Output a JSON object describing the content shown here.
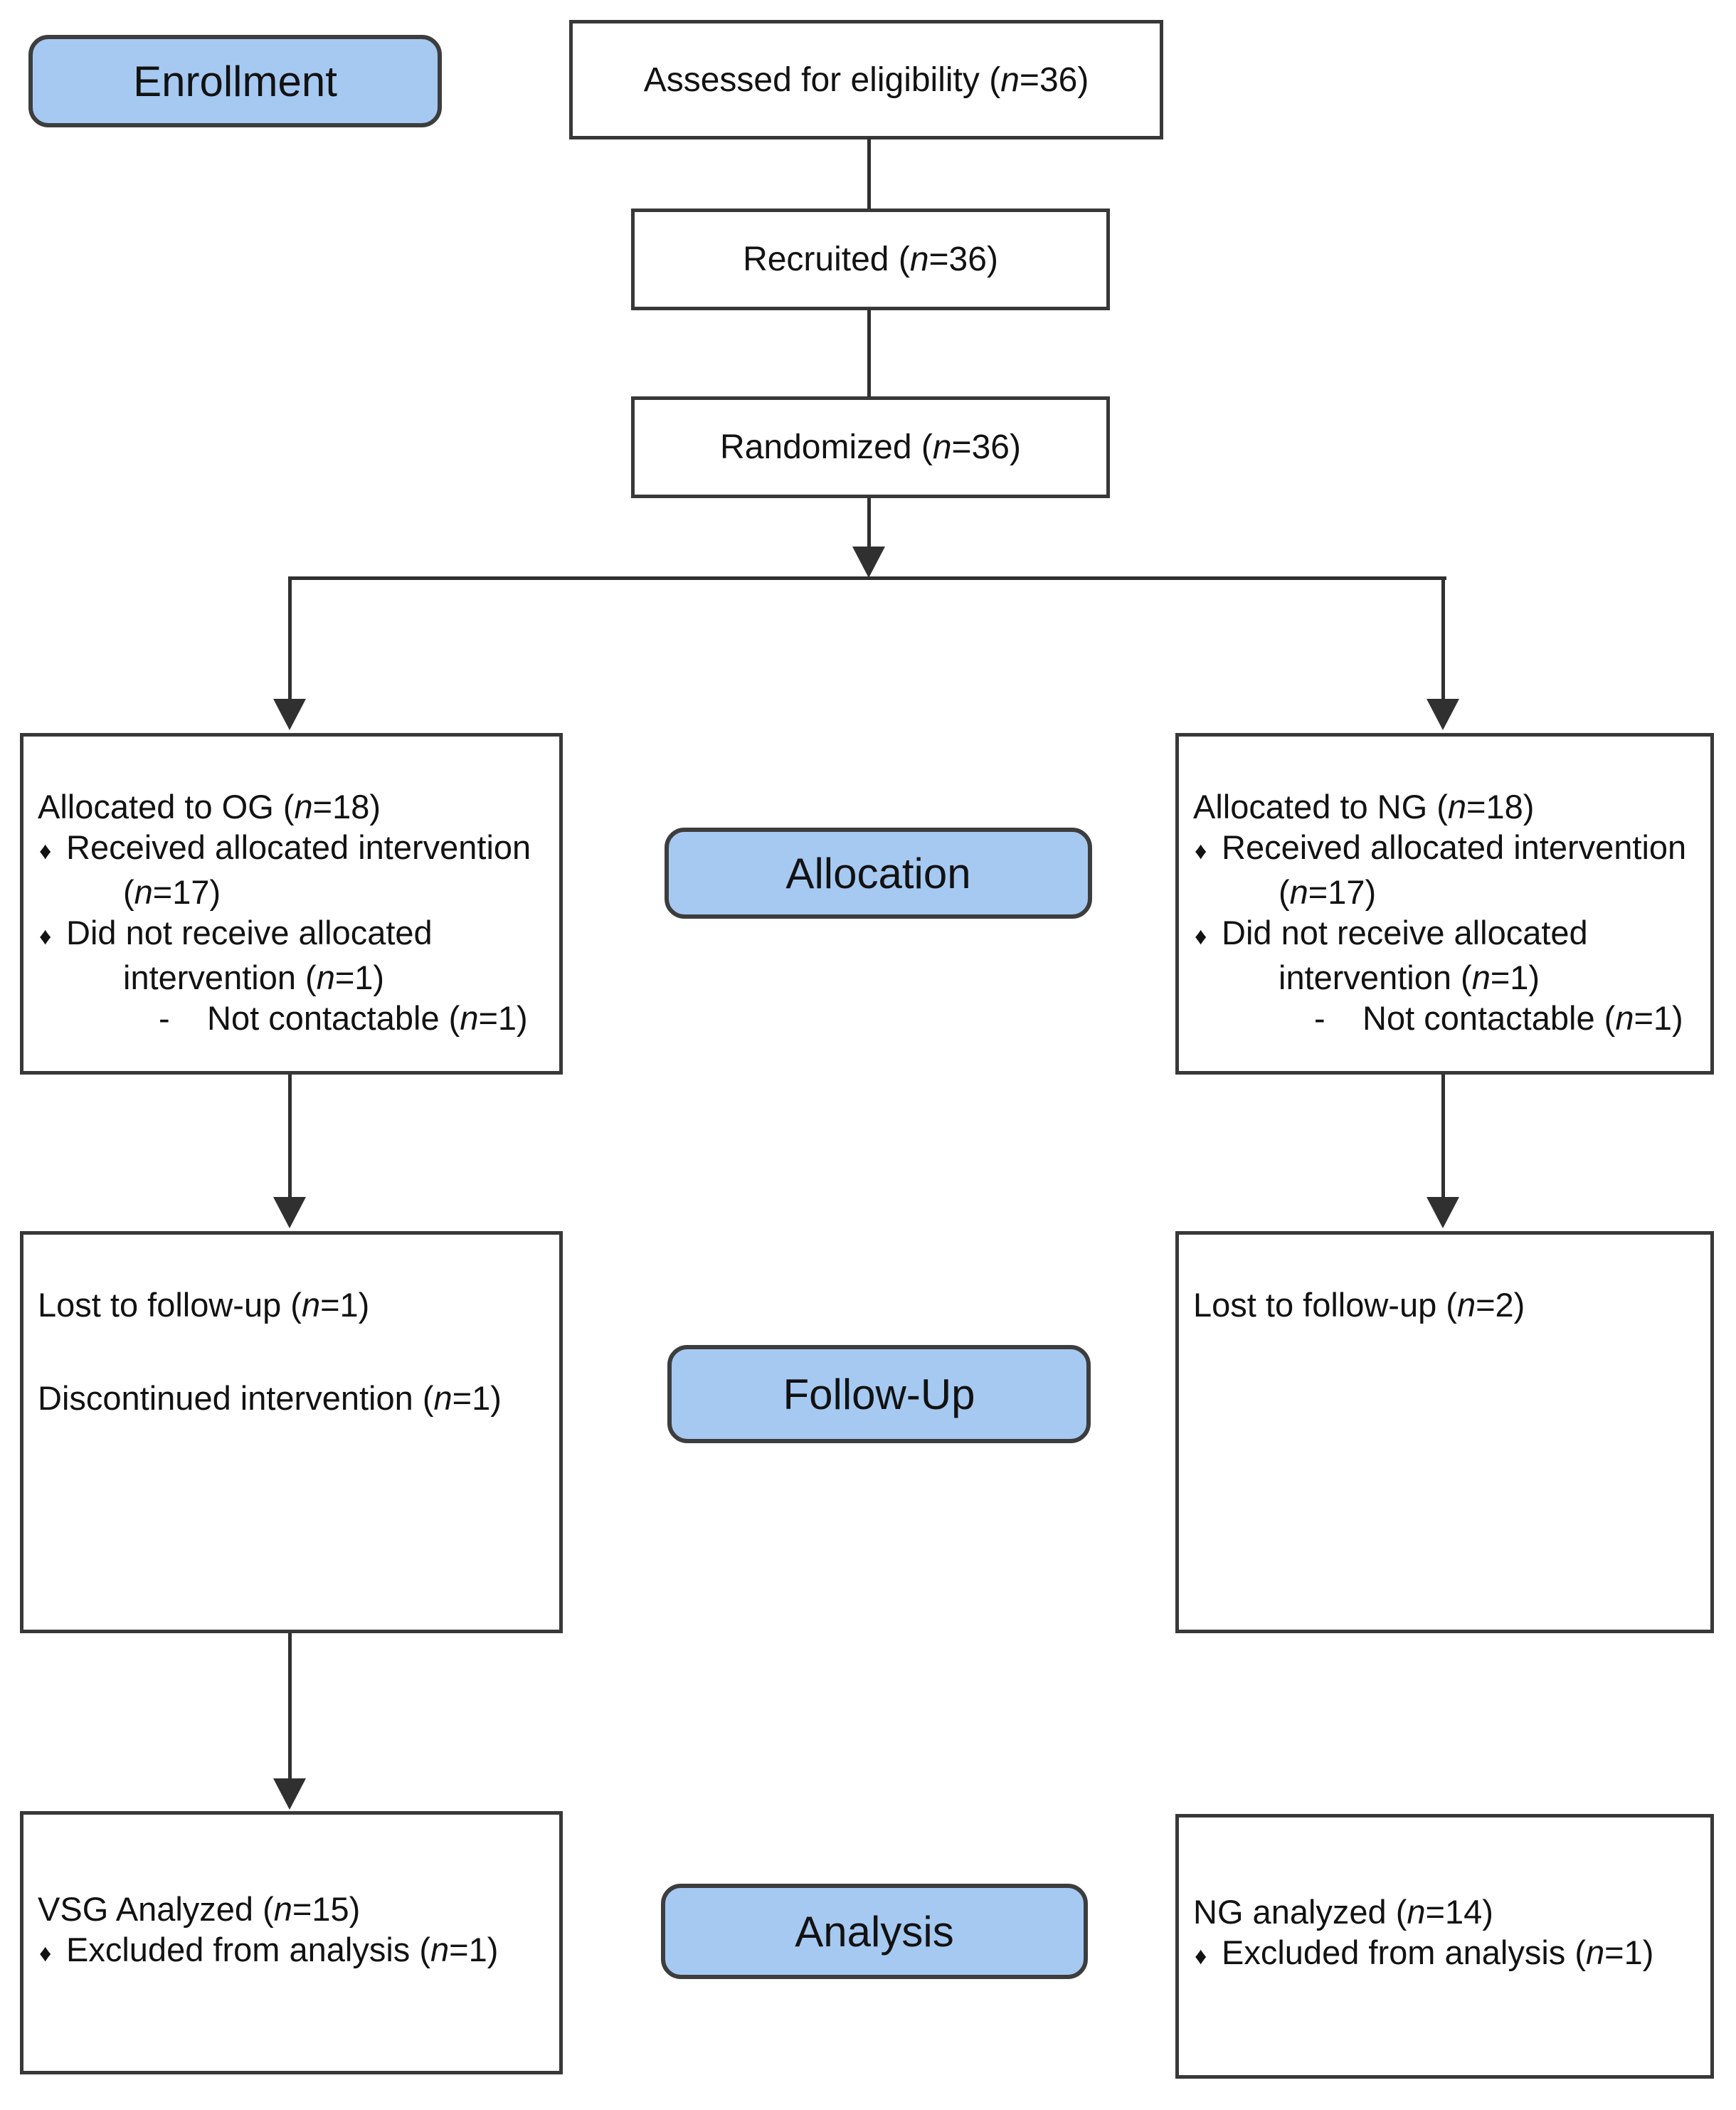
{
  "palette": {
    "stage_fill": "#a6c9f2",
    "stage_border": "#3d3d3d",
    "box_border": "#383838",
    "line_color": "#303030",
    "text_color": "#121212"
  },
  "stage_labels": {
    "enrollment": "Enrollment",
    "allocation": "Allocation",
    "follow_up": "Follow-Up",
    "analysis": "Analysis"
  },
  "enrollment_flow": {
    "assessed": "Assessed for eligibility (n=36)",
    "recruited": "Recruited (n=36)",
    "randomized": "Randomized (n=36)"
  },
  "allocation_row": {
    "og_box": {
      "lines": [
        {
          "text": "Allocated to OG (n=18)",
          "indent": 0
        },
        {
          "text": "Received allocated intervention",
          "indent": 1,
          "marker": "diamond"
        },
        {
          "text": "(n=17)",
          "indent": 2
        },
        {
          "text": "Did not receive allocated",
          "indent": 1,
          "marker": "diamond"
        },
        {
          "text": "intervention (n=1)",
          "indent": 2
        },
        {
          "text": "Not contactable (n=1)",
          "indent": 3,
          "marker": "dash"
        }
      ]
    },
    "ng_box": {
      "lines": [
        {
          "text": "Allocated to NG (n=18)",
          "indent": 0
        },
        {
          "text": "Received allocated intervention",
          "indent": 1,
          "marker": "diamond"
        },
        {
          "text": "(n=17)",
          "indent": 2
        },
        {
          "text": "Did not receive allocated",
          "indent": 1,
          "marker": "diamond"
        },
        {
          "text": "intervention (n=1)",
          "indent": 2
        },
        {
          "text": "Not contactable (n=1)",
          "indent": 3,
          "marker": "dash"
        }
      ]
    }
  },
  "follow_up_row": {
    "og_box": {
      "lines": [
        {
          "text": "Lost to follow-up (n=1)",
          "indent": 0
        },
        {
          "text": "Discontinued intervention (n=1)",
          "indent": 0,
          "gap_before": true
        }
      ]
    },
    "ng_box": {
      "lines": [
        {
          "text": "Lost to follow-up (n=2)",
          "indent": 0
        }
      ]
    }
  },
  "analysis_row": {
    "og_box": {
      "lines": [
        {
          "text": "VSG Analyzed (n=15)",
          "indent": 0
        },
        {
          "text": "Excluded from analysis (n=1)",
          "indent": 1,
          "marker": "diamond"
        }
      ]
    },
    "ng_box": {
      "lines": [
        {
          "text": "NG analyzed (n=14)",
          "indent": 0
        },
        {
          "text": "Excluded from analysis (n=1)",
          "indent": 1,
          "marker": "diamond"
        }
      ]
    }
  }
}
